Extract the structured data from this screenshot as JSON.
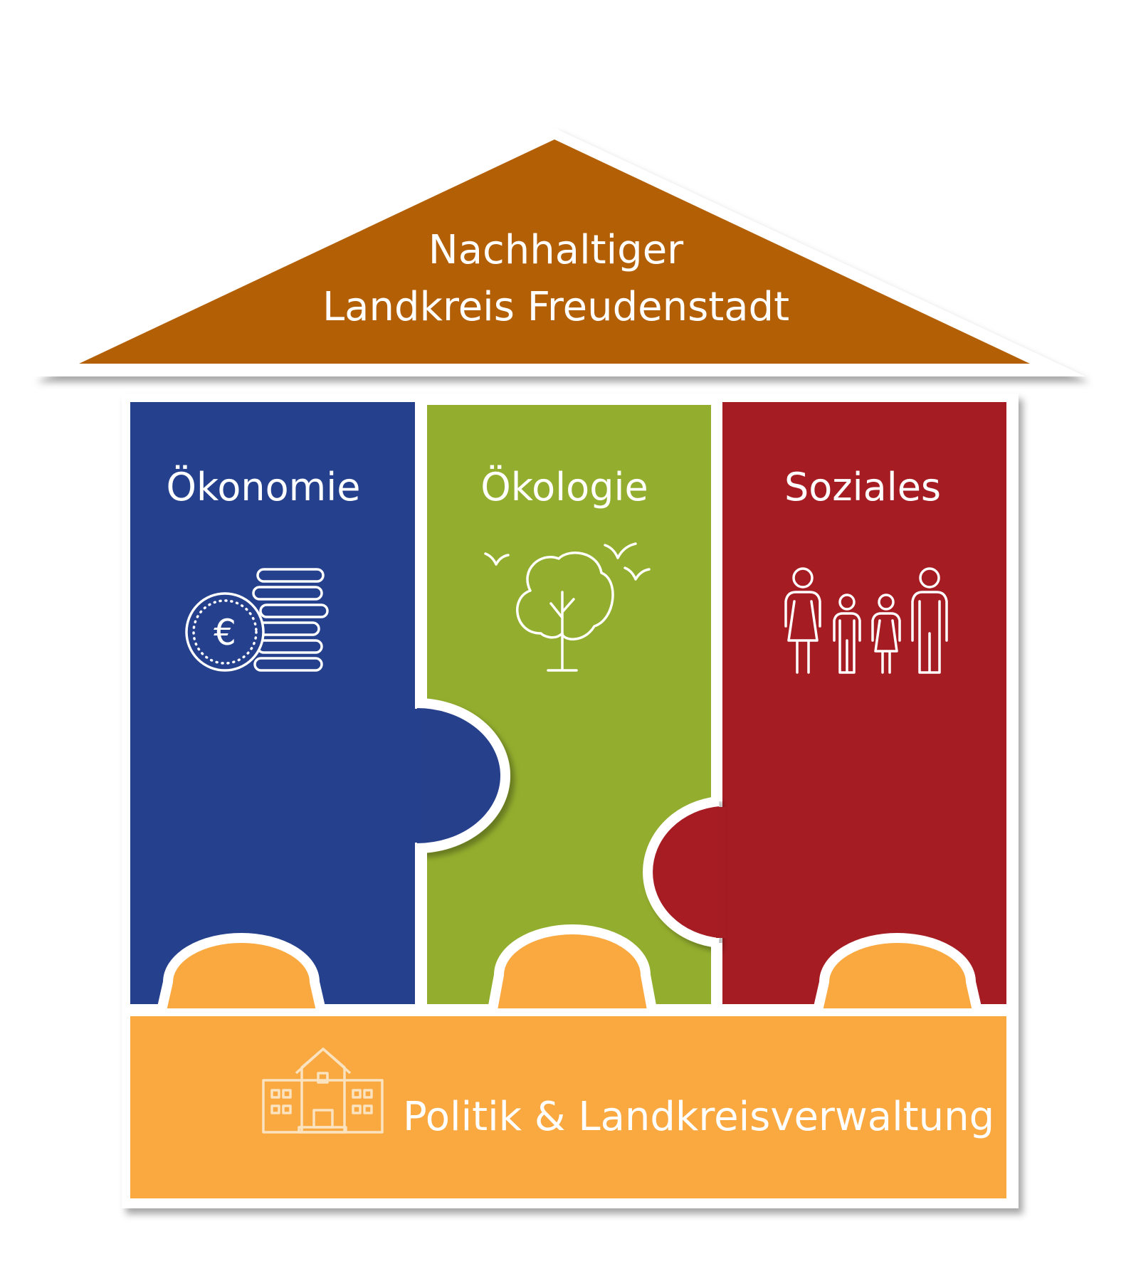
{
  "roof": {
    "line1": "Nachhaltiger",
    "line2": "Landkreis Freudenstadt"
  },
  "pillars": [
    {
      "title": "Ökonomie",
      "icon": "euro-coins-icon"
    },
    {
      "title": "Ökologie",
      "icon": "tree-birds-icon"
    },
    {
      "title": "Soziales",
      "icon": "family-icon"
    }
  ],
  "foundation": {
    "label": "Politik & Landkreisverwaltung",
    "icon": "town-hall-icon"
  },
  "colors": {
    "roof": "#b35f06",
    "oekonomie": "#25408c",
    "oekologie": "#93ae2e",
    "soziales": "#a61c23",
    "foundation": "#f9a940"
  }
}
